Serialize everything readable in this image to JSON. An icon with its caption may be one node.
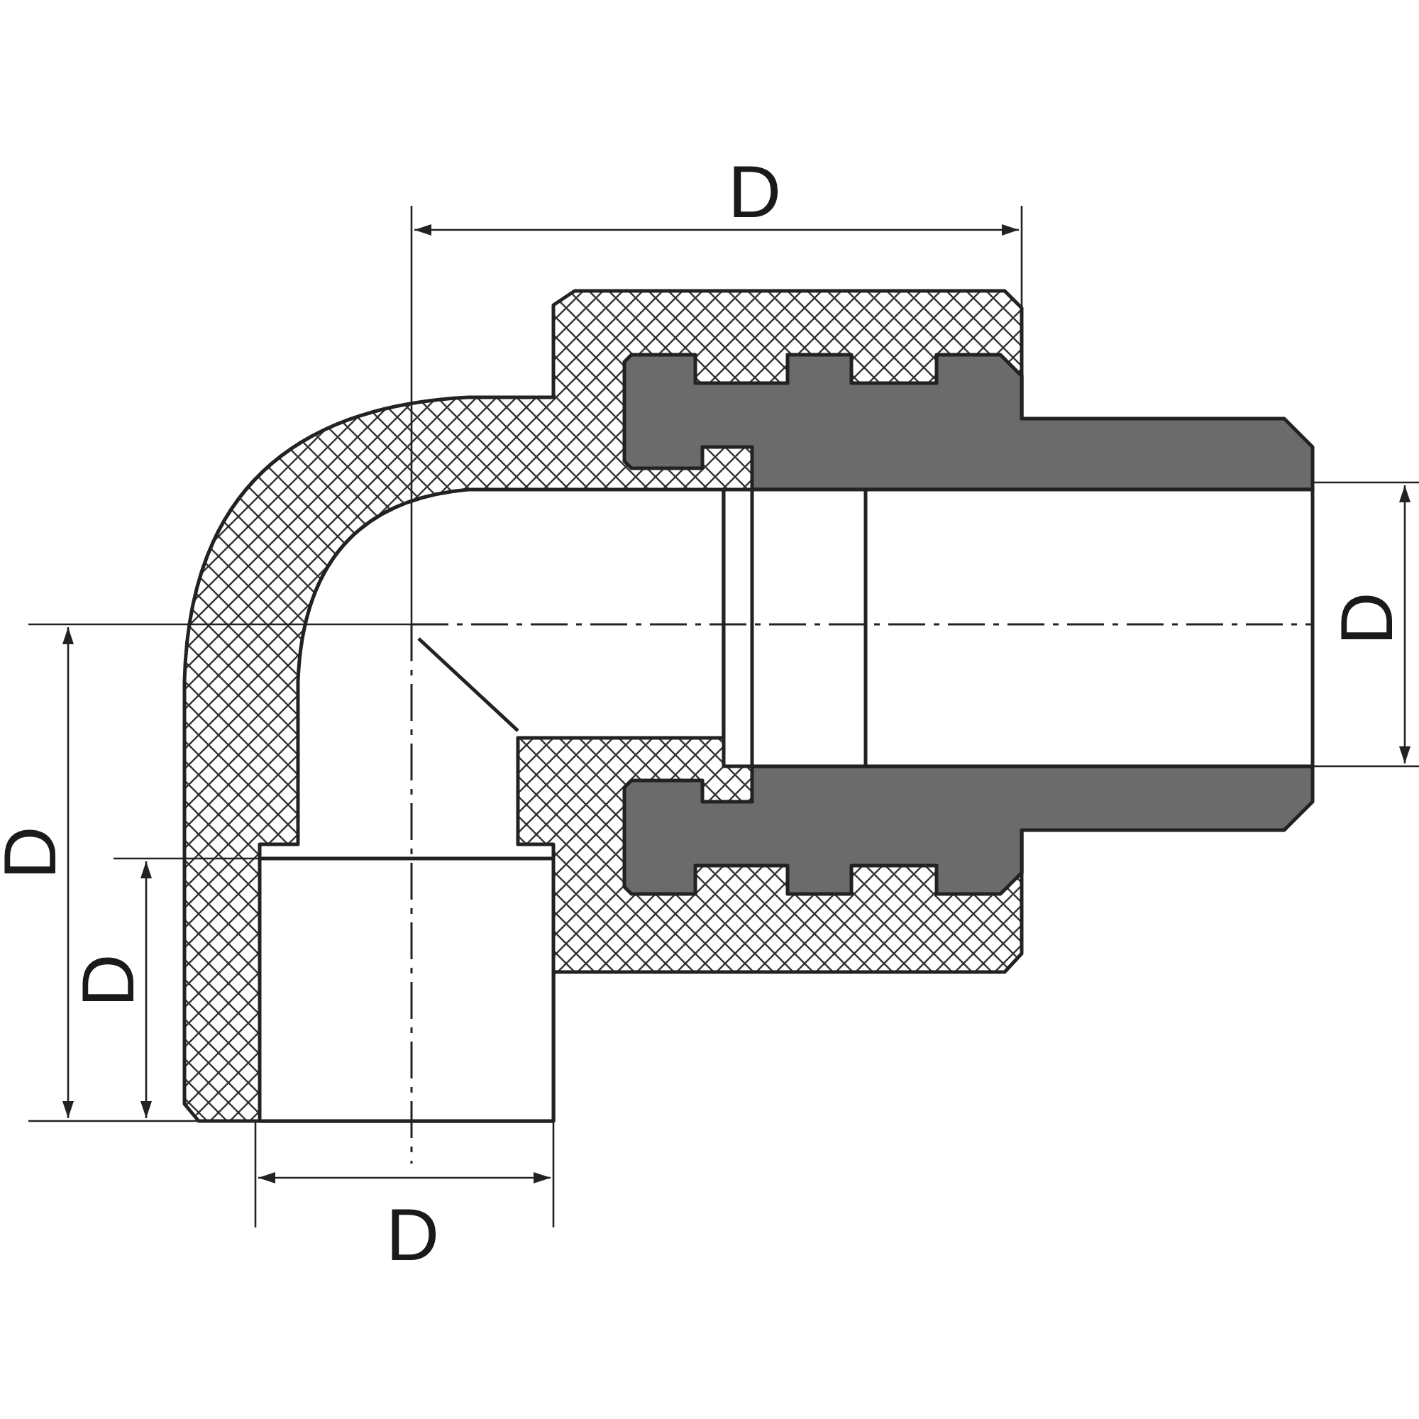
{
  "diagram": {
    "labels": [
      "D",
      "D",
      "D",
      "D",
      "D"
    ]
  }
}
